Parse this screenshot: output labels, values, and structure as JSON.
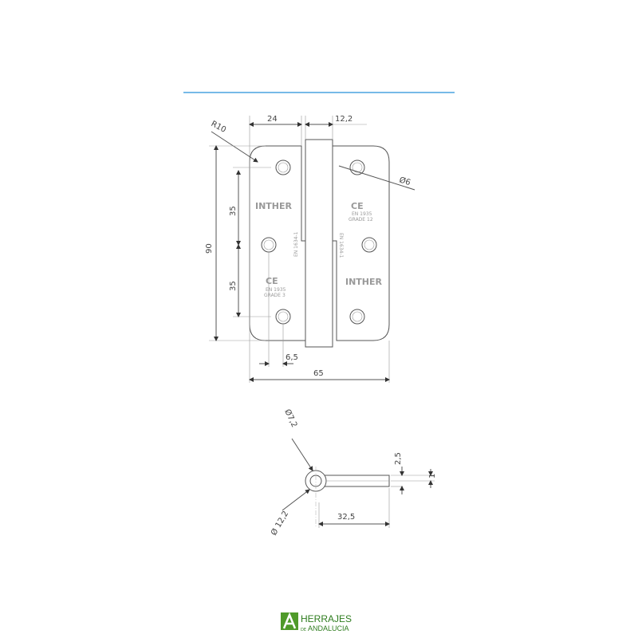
{
  "colors": {
    "accent_line": "#4aa3df",
    "logo_green": "#4f9a2a",
    "logo_text": "#2f7d1f"
  },
  "front_view": {
    "dims": {
      "width_leaf": "24",
      "knuckle": "12,2",
      "radius": "R10",
      "hole_dia": "Ø6",
      "height": "90",
      "spacing_top": "35",
      "spacing_bottom": "35",
      "hole_offset": "6,5",
      "total_width": "65"
    },
    "marks": {
      "brand_left": "INTHER",
      "brand_right": "INTHER",
      "ce": "CE",
      "std_left": "EN 1935",
      "grade_left": "GRADE 3",
      "std_right": "EN 1935",
      "grade_right": "GRADE 12",
      "vert_left": "EN 1634-1",
      "vert_right": "EN 1634-1"
    }
  },
  "side_view": {
    "dims": {
      "inner_dia": "Ø7,2",
      "outer_dia": "Ø 12,2",
      "length": "32,5",
      "thick_a": "2,5",
      "thick_b": "1"
    }
  },
  "logo": {
    "line1": "HERRAJES",
    "prefix": "DE",
    "line2": "ANDALUCIA"
  }
}
